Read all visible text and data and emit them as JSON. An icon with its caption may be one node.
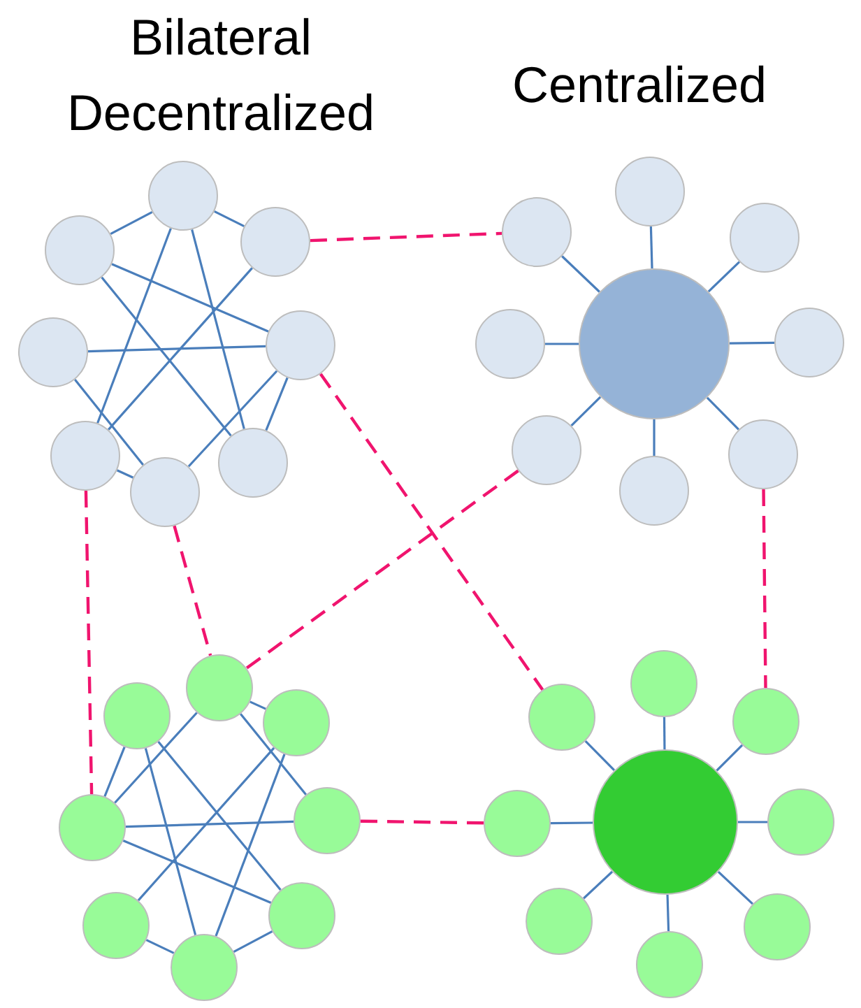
{
  "diagram": {
    "nodes": [
      {
        "text": [],
        "shape": "circle"
      },
      {
        "text": [],
        "shape": "circle"
      },
      {
        "text": [],
        "shape": "circle"
      },
      {
        "text": [],
        "shape": "circle"
      },
      {
        "text": [],
        "shape": "circle"
      },
      {
        "text": [],
        "shape": "circle"
      },
      {
        "text": [],
        "shape": "circle"
      },
      {
        "text": [],
        "shape": "circle"
      },
      {
        "text": [],
        "shape": "circle"
      },
      {
        "text": [],
        "shape": "circle"
      },
      {
        "text": [],
        "shape": "circle"
      },
      {
        "text": [],
        "shape": "circle"
      },
      {
        "text": [],
        "shape": "circle"
      },
      {
        "text": [],
        "shape": "circle"
      },
      {
        "text": [],
        "shape": "circle"
      },
      {
        "text": [],
        "shape": "circle"
      },
      {
        "text": [],
        "shape": "circle"
      },
      {
        "text": [],
        "shape": "circle"
      },
      {
        "text": [],
        "shape": "circle"
      },
      {
        "text": [],
        "shape": "circle"
      },
      {
        "text": [],
        "shape": "circle"
      },
      {
        "text": [],
        "shape": "circle"
      },
      {
        "text": [],
        "shape": "circle"
      },
      {
        "text": [],
        "shape": "circle"
      },
      {
        "text": [],
        "shape": "circle"
      },
      {
        "text": [],
        "shape": "circle"
      },
      {
        "text": [],
        "shape": "circle"
      },
      {
        "text": [],
        "shape": "circle"
      },
      {
        "text": [],
        "shape": "circle"
      },
      {
        "text": [],
        "shape": "circle"
      },
      {
        "text": [],
        "shape": "circle"
      },
      {
        "text": [],
        "shape": "circle"
      },
      {
        "text": [],
        "shape": "circle"
      },
      {
        "text": [],
        "shape": "circle"
      }
    ],
    "edges": [
      {
        "from": 0,
        "to": 1,
        "arrow": "none"
      },
      {
        "from": 0,
        "to": 2,
        "arrow": "none"
      },
      {
        "from": 0,
        "to": 5,
        "arrow": "none"
      },
      {
        "from": 0,
        "to": 7,
        "arrow": "none"
      },
      {
        "from": 1,
        "to": 4,
        "arrow": "none"
      },
      {
        "from": 1,
        "to": 7,
        "arrow": "none"
      },
      {
        "from": 2,
        "to": 5,
        "arrow": "none"
      },
      {
        "from": 3,
        "to": 4,
        "arrow": "none"
      },
      {
        "from": 3,
        "to": 6,
        "arrow": "none"
      },
      {
        "from": 4,
        "to": 6,
        "arrow": "none"
      },
      {
        "from": 4,
        "to": 7,
        "arrow": "none"
      },
      {
        "from": 5,
        "to": 6,
        "arrow": "none"
      },
      {
        "from": 8,
        "to": 9,
        "arrow": "none"
      },
      {
        "from": 8,
        "to": 10,
        "arrow": "none"
      },
      {
        "from": 8,
        "to": 11,
        "arrow": "none"
      },
      {
        "from": 8,
        "to": 12,
        "arrow": "none"
      },
      {
        "from": 8,
        "to": 13,
        "arrow": "none"
      },
      {
        "from": 8,
        "to": 14,
        "arrow": "none"
      },
      {
        "from": 8,
        "to": 15,
        "arrow": "none"
      },
      {
        "from": 8,
        "to": 16,
        "arrow": "none"
      },
      {
        "from": 17,
        "to": 19,
        "arrow": "none"
      },
      {
        "from": 17,
        "to": 20,
        "arrow": "none"
      },
      {
        "from": 17,
        "to": 21,
        "arrow": "none"
      },
      {
        "from": 18,
        "to": 20,
        "arrow": "none"
      },
      {
        "from": 18,
        "to": 24,
        "arrow": "none"
      },
      {
        "from": 18,
        "to": 23,
        "arrow": "none"
      },
      {
        "from": 19,
        "to": 22,
        "arrow": "none"
      },
      {
        "from": 19,
        "to": 24,
        "arrow": "none"
      },
      {
        "from": 20,
        "to": 21,
        "arrow": "none"
      },
      {
        "from": 20,
        "to": 23,
        "arrow": "none"
      },
      {
        "from": 22,
        "to": 24,
        "arrow": "none"
      },
      {
        "from": 23,
        "to": 24,
        "arrow": "none"
      },
      {
        "from": 25,
        "to": 26,
        "arrow": "none"
      },
      {
        "from": 25,
        "to": 27,
        "arrow": "none"
      },
      {
        "from": 25,
        "to": 28,
        "arrow": "none"
      },
      {
        "from": 25,
        "to": 29,
        "arrow": "none"
      },
      {
        "from": 25,
        "to": 30,
        "arrow": "none"
      },
      {
        "from": 25,
        "to": 31,
        "arrow": "none"
      },
      {
        "from": 25,
        "to": 32,
        "arrow": "none"
      },
      {
        "from": 25,
        "to": 33,
        "arrow": "none"
      },
      {
        "from": 2,
        "to": 9,
        "arrow": "none",
        "style": "dashed",
        "color": "#f0146e"
      },
      {
        "from": 4,
        "to": 26,
        "arrow": "none",
        "style": "dashed",
        "color": "#f0146e"
      },
      {
        "from": 5,
        "to": 20,
        "arrow": "none",
        "style": "dashed",
        "color": "#f0146e"
      },
      {
        "from": 6,
        "to": 17,
        "arrow": "none",
        "style": "dashed",
        "color": "#f0146e"
      },
      {
        "from": 14,
        "to": 17,
        "arrow": "none",
        "style": "dashed",
        "color": "#f0146e"
      },
      {
        "from": 16,
        "to": 28,
        "arrow": "none",
        "style": "dashed",
        "color": "#f0146e"
      },
      {
        "from": 21,
        "to": 29,
        "arrow": "none",
        "style": "dashed",
        "color": "#f0146e"
      }
    ],
    "labels": [
      "Bilateral Decentralized",
      "Centralized"
    ]
  }
}
